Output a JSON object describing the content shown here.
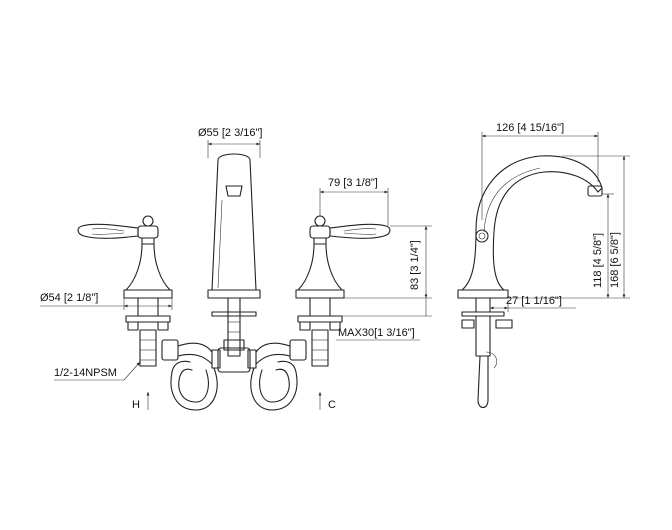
{
  "drawing": {
    "dimensions": {
      "spout_diameter": "Ø55 [2 3/16\"]",
      "handle_offset": "79 [3 1/8\"]",
      "handle_height": "83 [3 1/4\"]",
      "base_diameter": "Ø54 [2 1/8\"]",
      "max_deck": "MAX30[1 3/16\"]",
      "thread": "1/2-14NPSM",
      "spout_reach": "126 [4 15/16\"]",
      "total_height": "168 [6 5/8\"]",
      "spout_height": "118 [4 5/8\"]",
      "base_offset": "27 [1 1/16\"]"
    },
    "labels": {
      "hot": "H",
      "cold": "C"
    }
  }
}
